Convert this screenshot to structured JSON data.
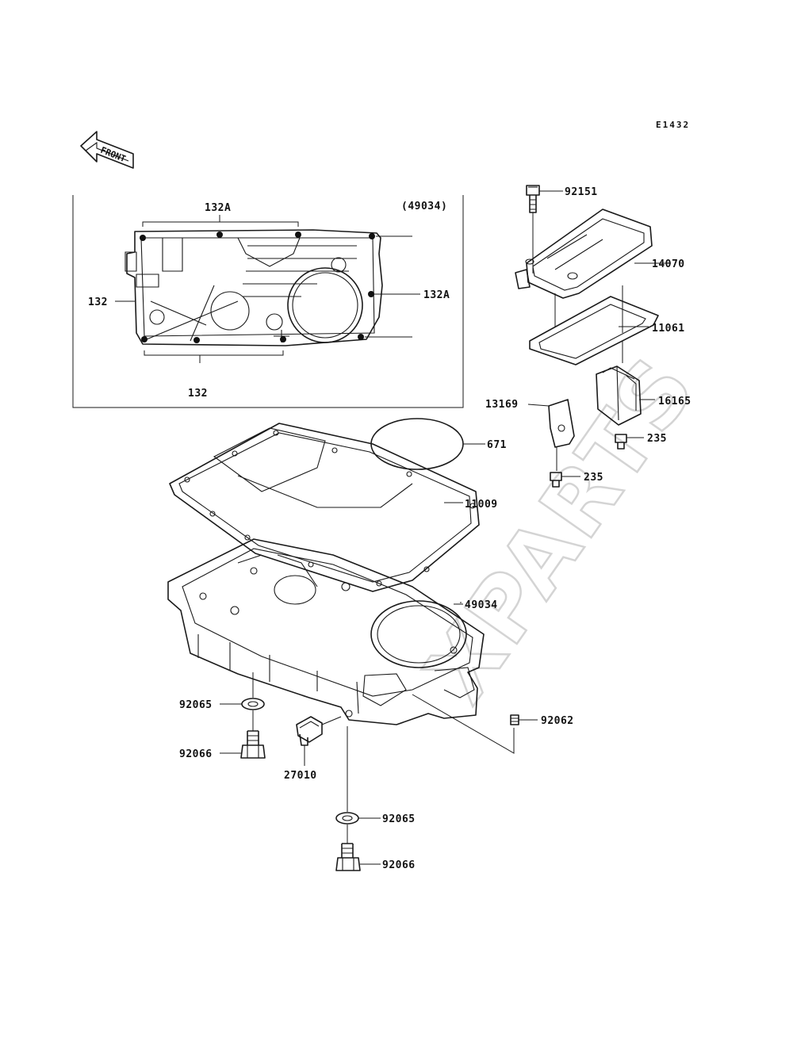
{
  "diagram": {
    "code": "E1432",
    "watermark": "XPARTS",
    "front_label": "FRONT",
    "inset_ref": "(49034)",
    "colors": {
      "line": "#1a1a1a",
      "watermark": "#d4d4d4",
      "background": "#ffffff"
    },
    "labels": {
      "p132A_top": "132A",
      "p132A_right": "132A",
      "p132_left": "132",
      "p132_bottom": "132",
      "p92151": "92151",
      "p14070": "14070",
      "p11061": "11061",
      "p13169": "13169",
      "p16165": "16165",
      "p235_a": "235",
      "p235_b": "235",
      "p671": "671",
      "p11009": "11009",
      "p49034": "49034",
      "p92065_a": "92065",
      "p92066_a": "92066",
      "p27010": "27010",
      "p92062": "92062",
      "p92065_b": "92065",
      "p92066_b": "92066"
    }
  }
}
